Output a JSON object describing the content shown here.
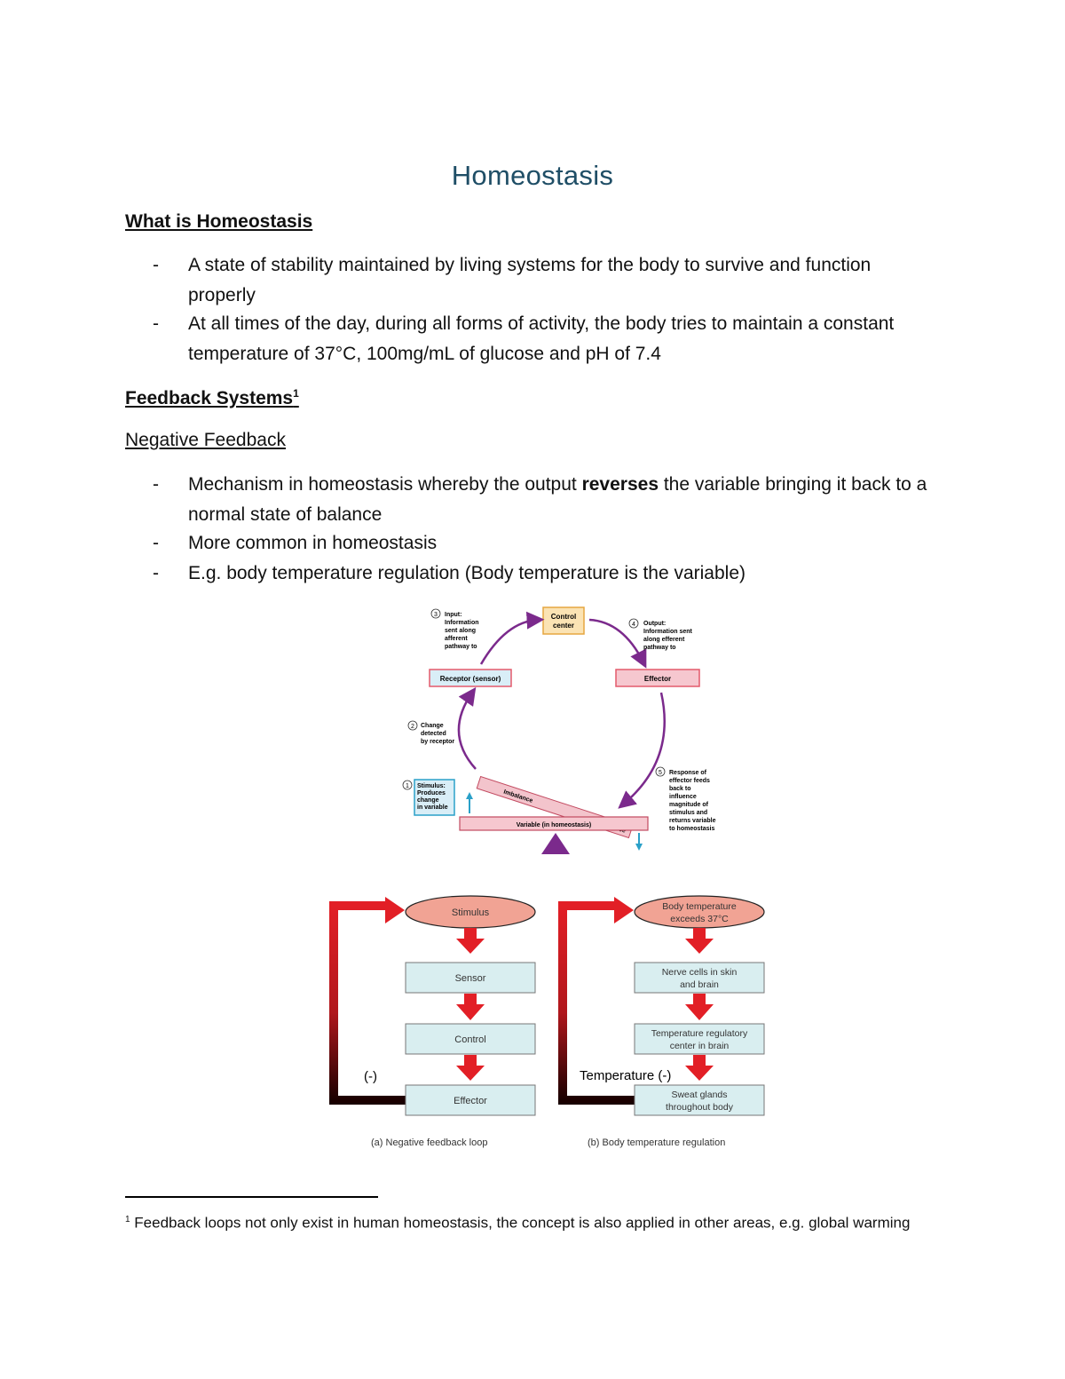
{
  "title": "Homeostasis",
  "section1": {
    "heading": "What is Homeostasis",
    "bullets": [
      "A state of stability maintained by living systems for the body to survive and function properly",
      "At all times of the day, during all forms of activity, the body tries to maintain a constant temperature of 37°C, 100mg/mL of glucose and pH of 7.4"
    ]
  },
  "section2": {
    "heading": "Feedback Systems",
    "footnote_ref": "1",
    "subheading": "Negative Feedback",
    "bullets": {
      "b1_pre": "Mechanism in homeostasis whereby the output ",
      "b1_bold": "reverses",
      "b1_post": " the variable bringing it back to a normal state of balance",
      "b2": "More common in homeostasis",
      "b3": "E.g. body temperature regulation (Body temperature is the variable)"
    }
  },
  "diagram1": {
    "control_center": [
      "Control",
      "center"
    ],
    "receptor": "Receptor (sensor)",
    "effector": "Effector",
    "variable": "Variable (in homeostasis)",
    "imbalance_top": "Imbalance",
    "imbalance_bottom": "Imbalance",
    "step1": {
      "num": "①",
      "lines": [
        "Stimulus:",
        "Produces",
        "change",
        "in variable"
      ]
    },
    "step2": {
      "num": "②",
      "lines": [
        "Change",
        "detected",
        "by receptor"
      ]
    },
    "step3": {
      "num": "③",
      "lines": [
        "Input:",
        "Information",
        "sent along",
        "afferent",
        "pathway to"
      ]
    },
    "step4": {
      "num": "④",
      "lines": [
        "Output:",
        "Information sent",
        "along efferent",
        "pathway to"
      ]
    },
    "step5": {
      "num": "⑤",
      "lines": [
        "Response of",
        "effector feeds",
        "back to",
        "influence",
        "magnitude of",
        "stimulus and",
        "returns variable",
        "to homeostasis"
      ]
    },
    "colors": {
      "control": "#fbe3b4",
      "receptor": "#d9eef7",
      "effector": "#f6c7cf",
      "arrow": "#7b2a8c",
      "stimulus_arrow": "#2aa0c8"
    }
  },
  "diagram2": {
    "a": {
      "stimulus": "Stimulus",
      "sensor": "Sensor",
      "control": "Control",
      "effector": "Effector",
      "sign": "(-)",
      "caption": "(a) Negative feedback loop"
    },
    "b": {
      "stimulus": [
        "Body temperature",
        "exceeds 37°C"
      ],
      "sensor": [
        "Nerve cells in skin",
        "and brain"
      ],
      "control": [
        "Temperature regulatory",
        "center in brain"
      ],
      "effector": [
        "Sweat glands",
        "throughout body"
      ],
      "sign": "Temperature (-)",
      "caption": "(b) Body temperature regulation"
    },
    "colors": {
      "oval": "#f1a394",
      "box": "#d9eef0",
      "arrow": "#e21f26"
    }
  },
  "footnote": {
    "num": "1",
    "text": "Feedback loops not only exist in human homeostasis, the concept is also applied in other areas, e.g. global warming"
  }
}
